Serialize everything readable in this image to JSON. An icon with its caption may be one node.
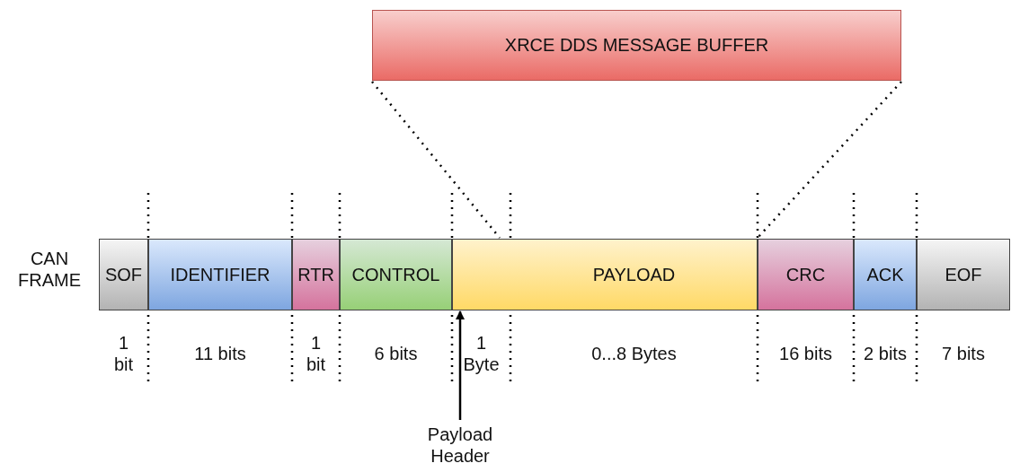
{
  "diagram": {
    "nodes": [
      {
        "text": [
          "XRCE DDS MESSAGE BUFFER"
        ]
      },
      {
        "text": [
          "SOF"
        ],
        "beside": [
          "1 bit"
        ]
      },
      {
        "text": [
          "IDENTIFIER"
        ],
        "beside": [
          "11 bits"
        ]
      },
      {
        "text": [
          "RTR"
        ],
        "beside": [
          "1 bit"
        ]
      },
      {
        "text": [
          "CONTROL"
        ],
        "beside": [
          "6 bits"
        ]
      },
      {
        "text": [
          "PAYLOAD"
        ],
        "beside": [
          "1 Byte",
          "0...8 Bytes"
        ]
      },
      {
        "text": [
          "CRC"
        ],
        "beside": [
          "16 bits"
        ]
      },
      {
        "text": [
          "ACK"
        ],
        "beside": [
          "2 bits"
        ]
      },
      {
        "text": [
          "EOF"
        ],
        "beside": [
          "7 bits"
        ]
      },
      {
        "text": [
          "Payload Header"
        ]
      }
    ],
    "edges": [
      {
        "from": 0,
        "to": 5,
        "arrow": "none",
        "style": "dashed"
      },
      {
        "from": 0,
        "to": 5,
        "arrow": "none",
        "style": "dashed"
      },
      {
        "from": 9,
        "to": 5,
        "arrow": "to"
      }
    ],
    "labels": [
      "CAN FRAME"
    ]
  }
}
